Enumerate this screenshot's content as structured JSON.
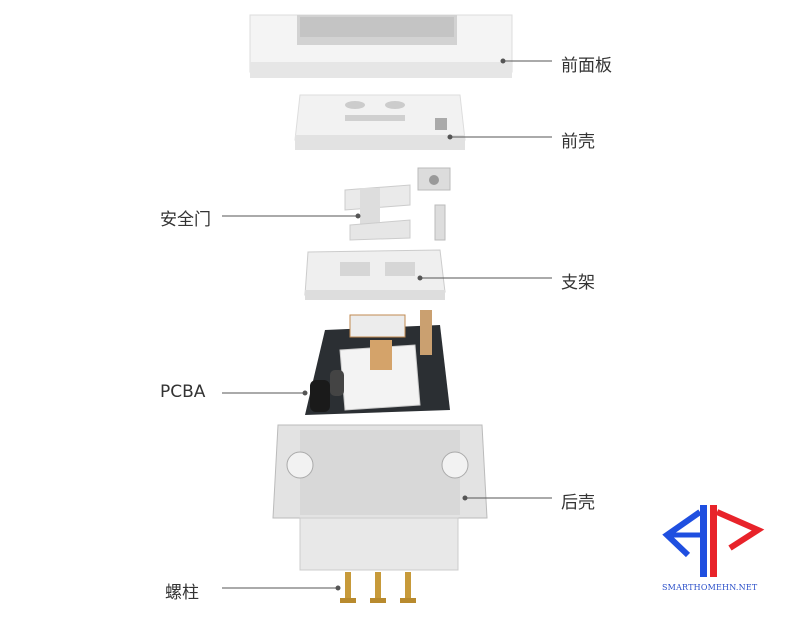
{
  "labels": {
    "front_panel": "前面板",
    "front_shell": "前壳",
    "safety_door": "安全门",
    "bracket": "支架",
    "pcba": "PCBA",
    "back_shell": "后壳",
    "screw_post": "螺柱"
  },
  "logo": {
    "text": "SMARTHOMEHN.NET",
    "blue": "#1f4fe0",
    "red": "#e8232a"
  }
}
